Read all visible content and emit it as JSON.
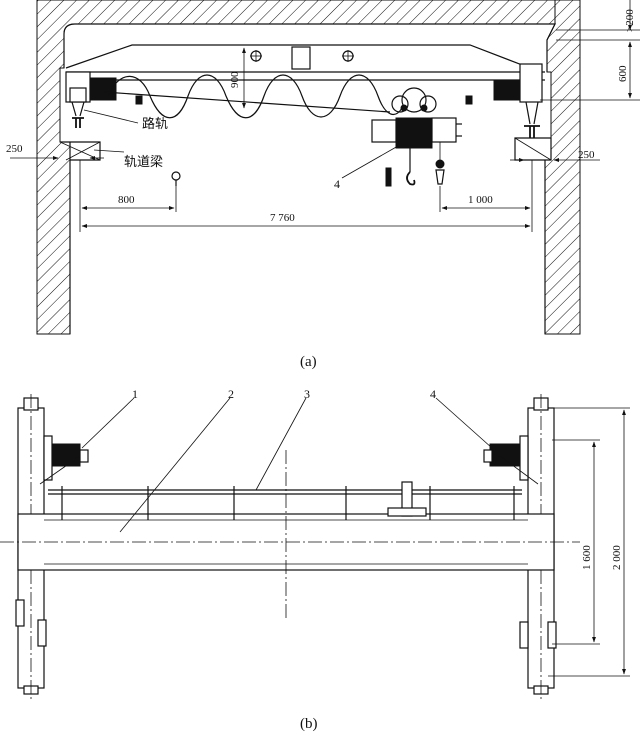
{
  "figure_a": {
    "caption": "(a)",
    "labels": {
      "rail": "路轨",
      "rail_beam": "轨道梁",
      "part_4": "4"
    },
    "dims": {
      "left_offset": "250",
      "right_offset": "250",
      "top_clear": ">200",
      "side_height": "600",
      "girder_height": "900",
      "hook_left": "800",
      "hook_right": "1 000",
      "span": "7 760"
    }
  },
  "figure_b": {
    "caption": "(b)",
    "labels": {
      "part_1": "1",
      "part_2": "2",
      "part_3": "3",
      "part_4": "4"
    },
    "dims": {
      "inner": "1 600",
      "outer": "2 000"
    }
  }
}
